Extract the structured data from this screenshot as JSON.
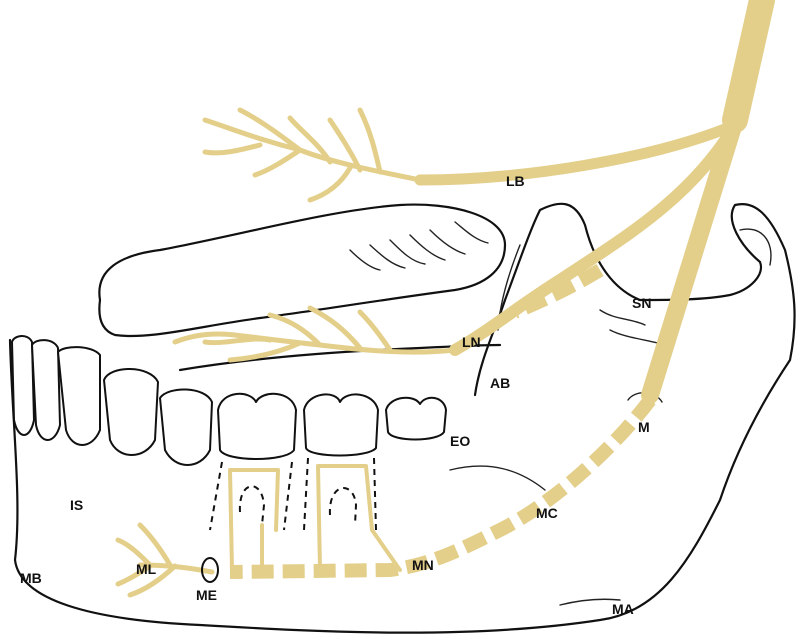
{
  "labels": {
    "LB": "LB",
    "LN": "LN",
    "SN": "SN",
    "AB": "AB",
    "EO": "EO",
    "M": "M",
    "MC": "MC",
    "IS": "IS",
    "ML": "ML",
    "ME": "ME",
    "MN": "MN",
    "MB": "MB",
    "MA": "MA"
  },
  "colors": {
    "nerve": "#e3cf8a",
    "outline": "#111111",
    "background": "#ffffff"
  }
}
